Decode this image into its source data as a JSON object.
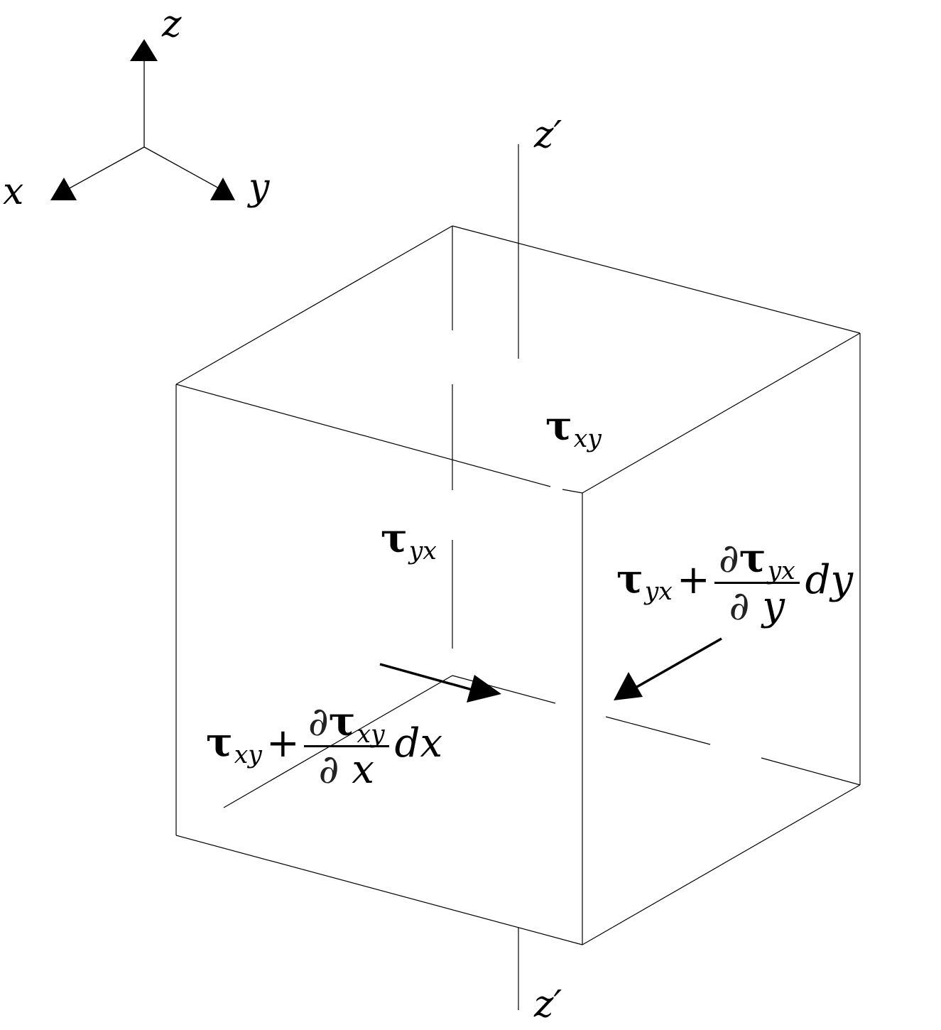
{
  "axes": {
    "z": "z",
    "x": "x",
    "y": "y",
    "z_prime_top": "z′",
    "z_prime_bottom": "z′"
  },
  "labels": {
    "tau": "τ",
    "top_face": {
      "sub": "xy"
    },
    "inner_left": {
      "sub": "yx"
    },
    "right_face": {
      "base_sub": "yx",
      "plus": "+",
      "partial": "∂",
      "num_sub": "yx",
      "den": "y",
      "diff": "dy"
    },
    "left_face": {
      "base_sub": "xy",
      "plus": "+",
      "partial": "∂",
      "num_sub": "xy",
      "den": "x",
      "diff": "dx"
    }
  }
}
